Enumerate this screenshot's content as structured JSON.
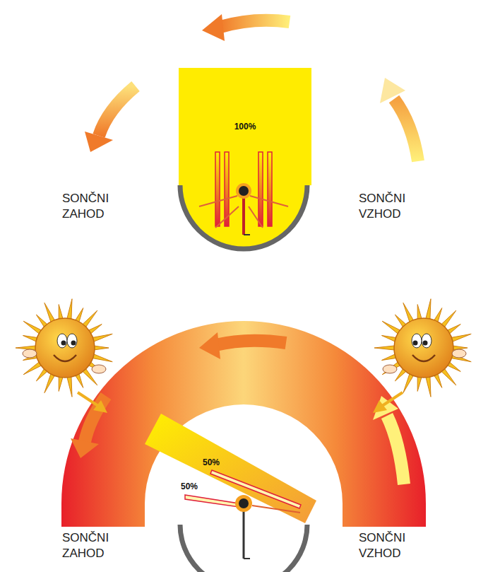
{
  "diagram": {
    "nodes": [
      {
        "text": [
          "100%"
        ]
      },
      {
        "text": [
          "50%",
          "50%"
        ]
      }
    ],
    "labels": [
      "SONČNI ZAHOD",
      "SONČNI VZHOD",
      "SONČNI ZAHOD",
      "SONČNI VZHOD"
    ]
  }
}
